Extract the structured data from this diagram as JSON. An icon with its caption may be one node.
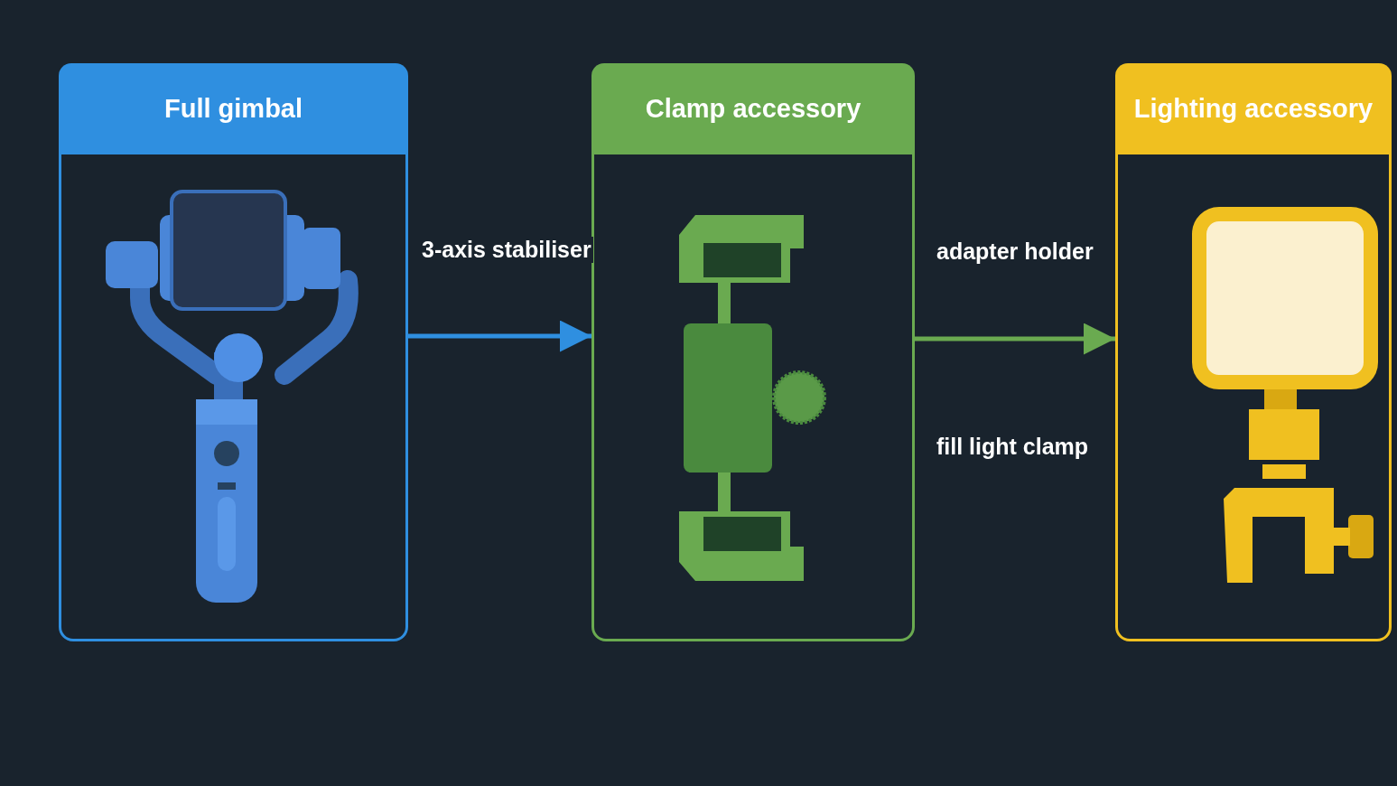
{
  "diagram": {
    "nodes": [
      {
        "text": [
          "Full gimbal"
        ]
      },
      {
        "text": [
          "Clamp accessory"
        ]
      },
      {
        "text": [
          "Lighting accessory"
        ]
      }
    ],
    "edges": [
      {
        "from": 0,
        "to": 1,
        "arrow": "to",
        "label": "3-axis stabiliser",
        "color": "#2f8fe0"
      },
      {
        "from": 1,
        "to": 2,
        "arrow": "to",
        "label": "adapter holder",
        "color": "#6aaa50"
      }
    ],
    "labels": [
      "fill light clamp"
    ]
  }
}
